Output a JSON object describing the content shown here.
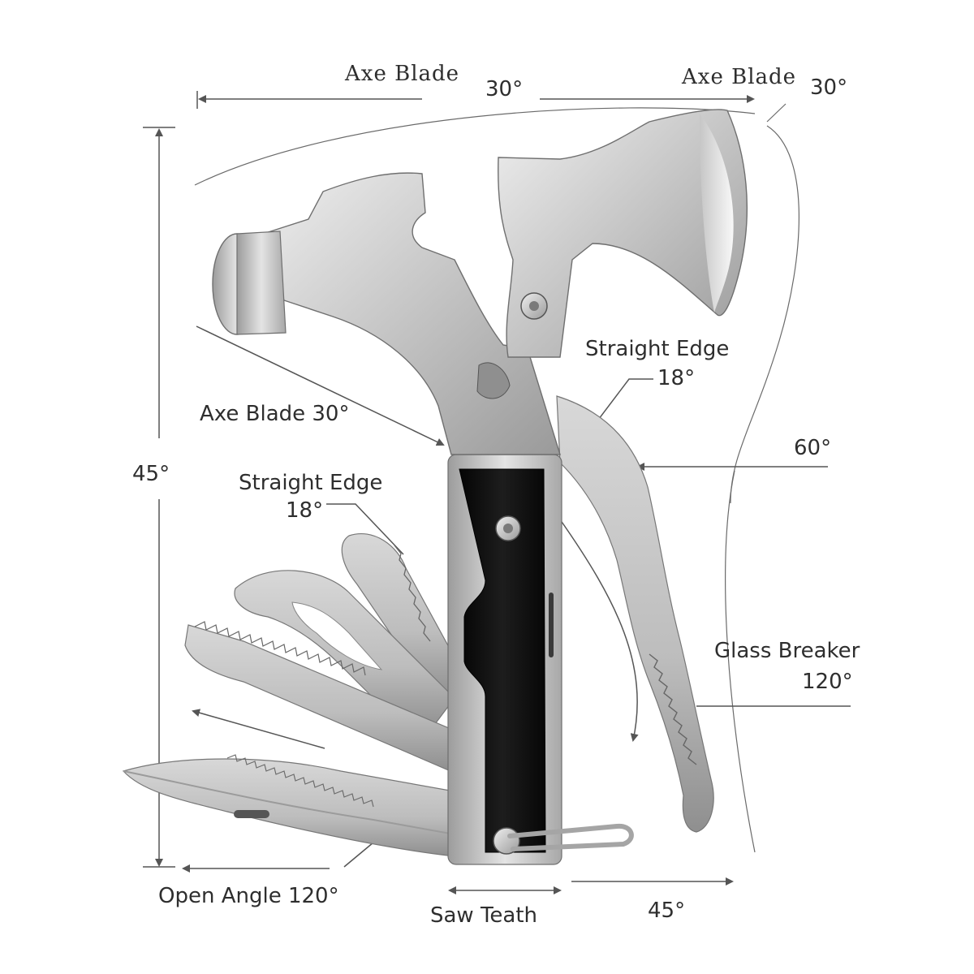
{
  "colors": {
    "steel_light": "#e8e8e8",
    "steel_mid": "#b7b7b7",
    "steel_dark": "#8a8a8a",
    "handle_black": "#121212",
    "line_gray": "#555555",
    "text": "#2e2e2e"
  },
  "labels": {
    "axe_blade_top_left": "Axe Blade",
    "angle_top_center": "30°",
    "axe_blade_top_right": "Axe Blade",
    "angle_top_right": "30°",
    "axe_blade_left": "Axe Blade 30°",
    "straight_edge_right": "Straight Edge",
    "straight_edge_right_angle": "18°",
    "angle_right_60": "60°",
    "angle_left_45": "45°",
    "straight_edge_left": "Straight Edge",
    "straight_edge_left_angle": "18°",
    "glass_breaker": "Glass Breaker",
    "glass_breaker_angle": "120°",
    "open_angle": "Open Angle 120°",
    "saw_teeth": "Saw Teath",
    "angle_bottom_45": "45°"
  }
}
